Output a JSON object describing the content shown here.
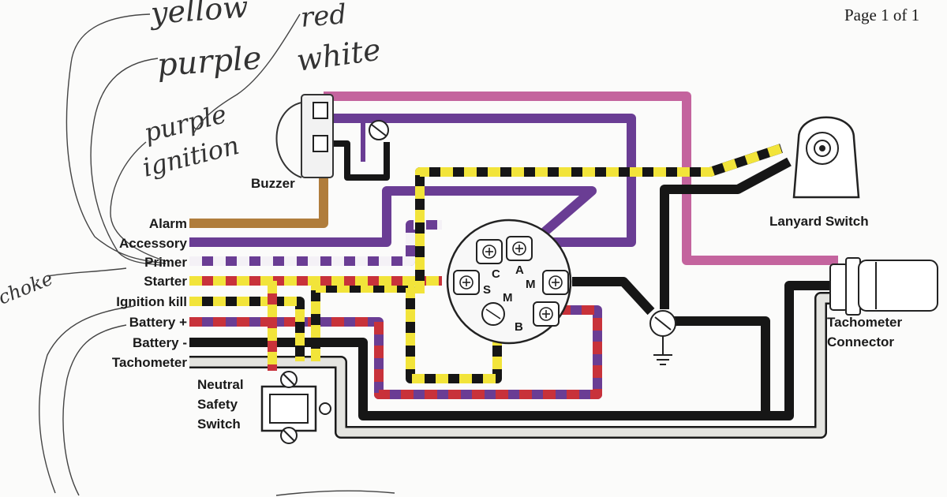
{
  "page_label": "Page 1 of 1",
  "handwritten": {
    "yellow": "yellow",
    "red": "red",
    "purple": "purple",
    "white": "white",
    "purple_ignition_1": "purple",
    "purple_ignition_2": "ignition",
    "choke": "choke"
  },
  "wire_labels": [
    "Alarm",
    "Accessory",
    "Primer",
    "Starter",
    "Ignition kill",
    "Battery +",
    "Battery -",
    "Tachometer"
  ],
  "components": {
    "buzzer": "Buzzer",
    "lanyard_switch": "Lanyard Switch",
    "tachometer_connector": [
      "Tachometer",
      "Connector"
    ],
    "neutral_safety_switch": [
      "Neutral",
      "Safety",
      "Switch"
    ]
  },
  "switch_terminals": {
    "c": "C",
    "a": "A",
    "s": "S",
    "m_right": "M",
    "m_lower": "M",
    "b": "B"
  },
  "colors": {
    "tan": "#b07d3c",
    "purple": "#6a3d94",
    "magenta": "#c4649e",
    "yellow": "#f2e43a",
    "red": "#c8323a",
    "black": "#161616",
    "white_wire": "#e4e4e0"
  }
}
